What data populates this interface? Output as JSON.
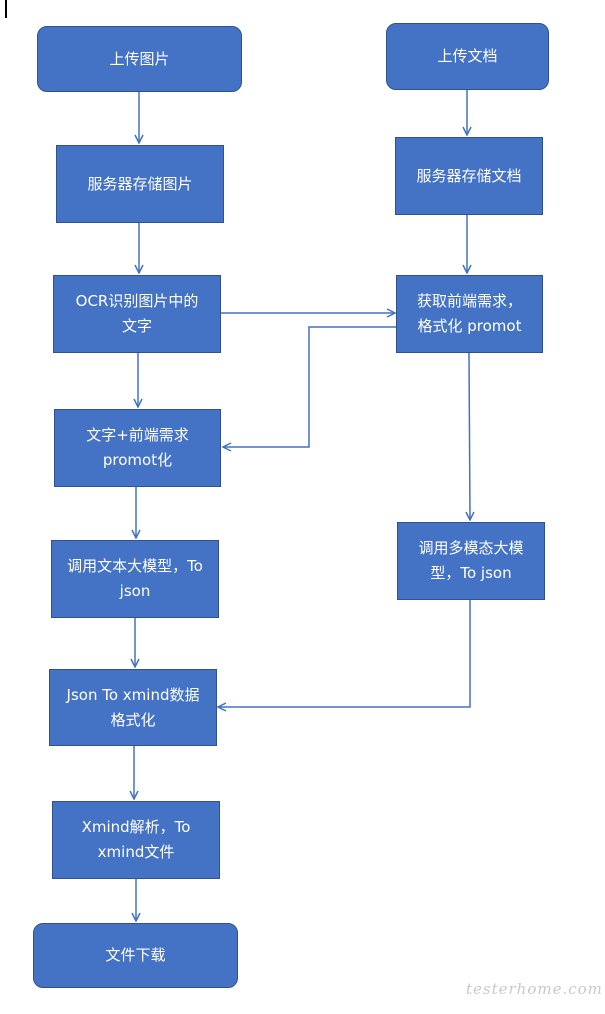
{
  "nodes": {
    "upload_image": "上传图片",
    "server_store_image": "服务器存储图片",
    "ocr_recognize": "OCR识别图片中的\n文字",
    "text_plus_requirement": "文字+前端需求\npromot化",
    "call_text_model": "调用文本大模型，To\njson",
    "json_to_xmind": "Json To xmind数据\n格式化",
    "xmind_parse": "Xmind解析，To\nxmind文件",
    "file_download": "文件下载",
    "upload_doc": "上传文档",
    "server_store_doc": "服务器存储文档",
    "get_requirement": "获取前端需求，\n格式化 promot",
    "call_multimodal_model": "调用多模态大模\n型，To json"
  },
  "watermark": "testerhome.com",
  "colors": {
    "node_fill": "#4472c4",
    "node_border": "#2f528f",
    "node_text": "#ffffff",
    "connector": "#4472c4",
    "watermark": "#c9c9c9"
  }
}
